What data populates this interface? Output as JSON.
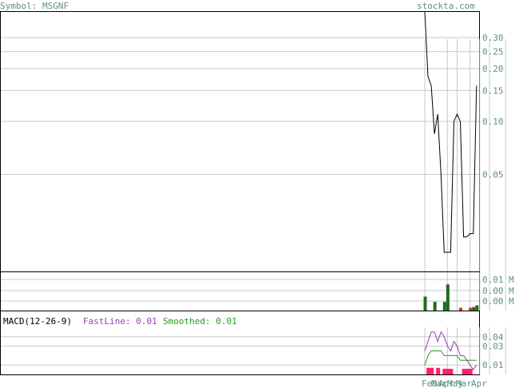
{
  "header": {
    "symbol_label": "Symbol: MSGNF",
    "site": "stockta.com"
  },
  "colors": {
    "price_line": "#000000",
    "grid": "#c8c8c8",
    "axis_text": "#5f8f87",
    "volume_bar": "#1e6b1e",
    "volume_bar_down": "#d22b2b",
    "fast_line": "#9b3fb5",
    "smoothed_line": "#22a022",
    "histogram": "#ff1f6e"
  },
  "macd_legend": {
    "title": "MACD(12-26-9)",
    "fast_label": "FastLine: 0.01",
    "smoothed_label": "Smoothed: 0.01"
  },
  "chart_data": [
    {
      "type": "line",
      "scale": "log",
      "ylim": [
        0.014,
        0.42
      ],
      "y_ticks": [
        0.3,
        0.25,
        0.2,
        0.15,
        0.1,
        0.05
      ],
      "y_tick_labels": [
        "0.30",
        "0.25",
        "0.20",
        "0.15",
        "0.10",
        "0.05"
      ],
      "x_gridlines": [
        0,
        7,
        10,
        14,
        17,
        20,
        25
      ],
      "x": [
        0,
        1,
        2,
        3,
        4,
        5,
        6,
        7,
        8,
        9,
        10,
        11,
        12,
        13,
        14,
        15,
        16,
        17,
        18,
        19,
        20,
        21,
        22,
        23,
        24,
        25,
        26
      ],
      "values": [
        0.42,
        0.18,
        0.16,
        0.085,
        0.11,
        0.05,
        0.018,
        0.018,
        0.018,
        0.1,
        0.11,
        0.1,
        0.022,
        0.022,
        0.023,
        0.023,
        0.16
      ]
    },
    {
      "type": "bar",
      "y_ticks": [
        0.01,
        0.0,
        0.0
      ],
      "y_tick_labels": [
        "0.01 M",
        "0.00 M",
        "0.00 M"
      ],
      "values": [
        0.004,
        0,
        0,
        0.0025,
        0,
        0,
        0.0025,
        0.0075,
        0,
        0,
        0,
        0.0008,
        0,
        0,
        0.0008,
        0.001,
        0.0015
      ],
      "down": [
        false,
        false,
        false,
        false,
        false,
        false,
        false,
        false,
        false,
        false,
        false,
        true,
        false,
        false,
        true,
        false,
        false
      ]
    },
    {
      "type": "line",
      "y_ticks": [
        0.04,
        0.03,
        0.01
      ],
      "y_tick_labels": [
        "0.04",
        "0.03",
        "0.01"
      ],
      "ylim": [
        0,
        0.05
      ],
      "fast": [
        0.025,
        0.035,
        0.045,
        0.045,
        0.035,
        0.045,
        0.04,
        0.03,
        0.025,
        0.035,
        0.03,
        0.02,
        0.02,
        0.015,
        0.01,
        0.005,
        0.01
      ],
      "smoothed": [
        0.01,
        0.02,
        0.025,
        0.025,
        0.025,
        0.025,
        0.02,
        0.02,
        0.02,
        0.02,
        0.02,
        0.015,
        0.015,
        0.015,
        0.015,
        0.015,
        0.015
      ],
      "histogram": [
        0,
        0.007,
        0.007,
        0,
        0.007,
        0,
        0.006,
        0.006,
        0.006,
        0,
        0,
        0,
        0.006,
        0.006,
        0.006,
        0,
        0
      ]
    }
  ],
  "x_axis_labels": [
    "Feb",
    "Mar",
    "Apr",
    "May",
    "Mar",
    "Apr"
  ]
}
